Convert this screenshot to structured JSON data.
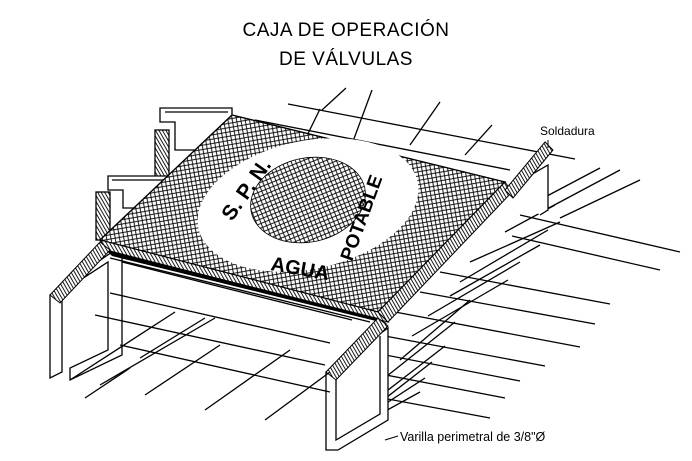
{
  "title": {
    "line1": "CAJA DE OPERACIÓN",
    "line2": "DE VÁLVULAS"
  },
  "labels": {
    "soldadura": "Soldadura",
    "varilla": "Varilla perimetral de 3/8\"Ø"
  },
  "cover_text": {
    "spn": "S. P. N.",
    "agua": "AGUA",
    "potable": "POTABLE"
  },
  "colors": {
    "line": "#000000",
    "background": "#ffffff"
  }
}
